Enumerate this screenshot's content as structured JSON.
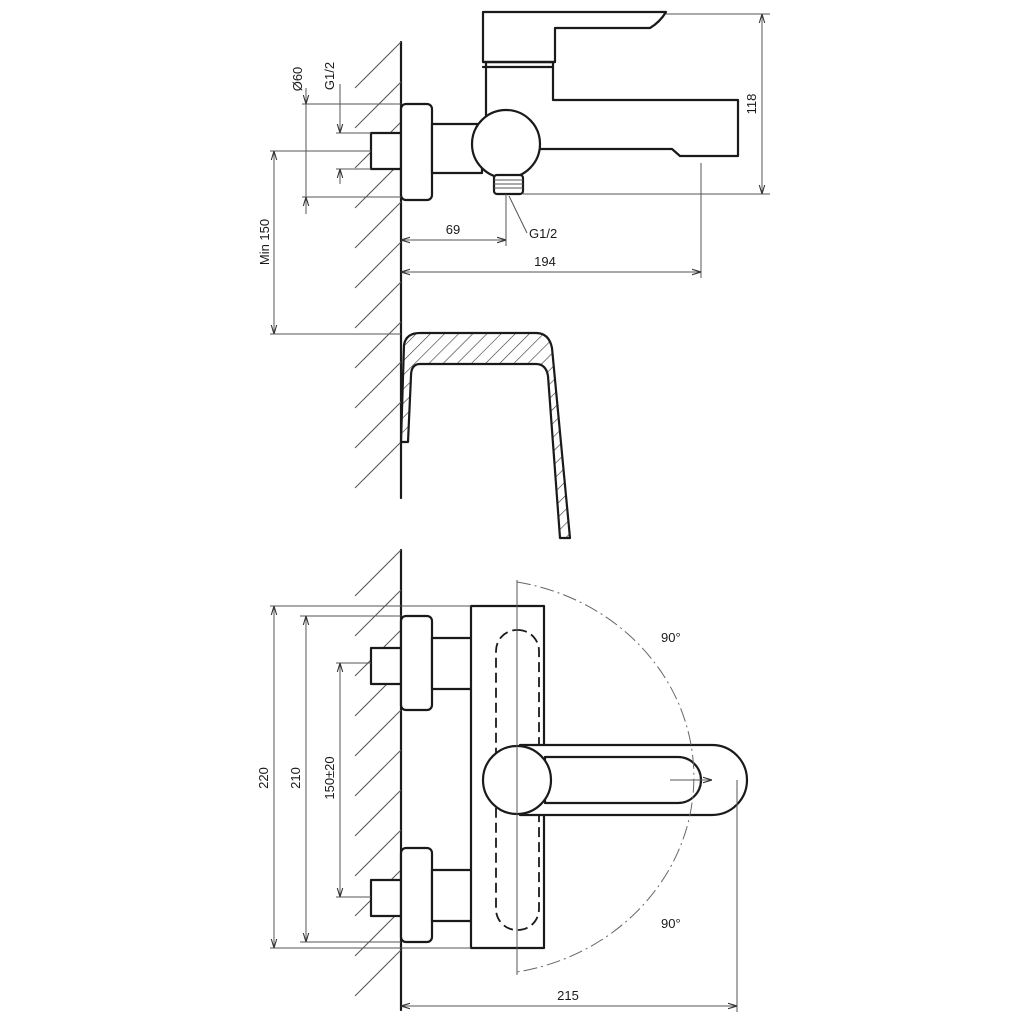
{
  "drawing": {
    "dimensions": {
      "d60": "Ø60",
      "g12_top": "G1/2",
      "g12_bottom": "G1/2",
      "min150": "Min 150",
      "d69": "69",
      "d194": "194",
      "d118": "118",
      "d220": "220",
      "d210": "210",
      "d150": "150±20",
      "d215": "215",
      "angle_top": "90°",
      "angle_bottom": "90°"
    }
  }
}
